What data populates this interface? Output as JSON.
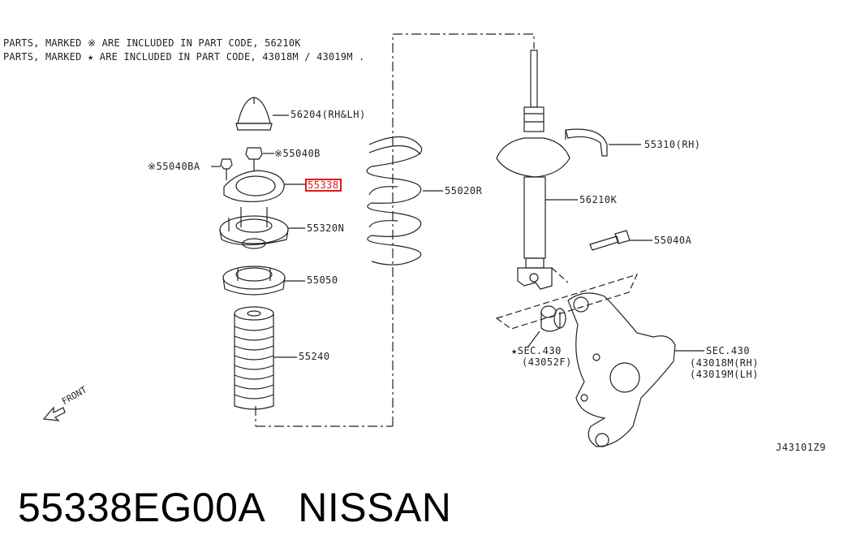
{
  "notes": [
    "PARTS, MARKED ※ ARE INCLUDED IN PART CODE,   56210K",
    "PARTS, MARKED ★ ARE INCLUDED IN PART CODE, 43018M / 43019M ."
  ],
  "labels": {
    "p56204": "56204(RH&LH)",
    "p55040b": "※55040B",
    "p55040ba": "※55040BA",
    "p55338": "55338",
    "p55320n": "55320N",
    "p55050": "55050",
    "p55240": "55240",
    "p55020r": "55020R",
    "p55310": "55310(RH)",
    "p56210k": "56210K",
    "p55040a": "55040A",
    "sec430_left_1": "★SEC.430",
    "sec430_left_2": "(43052F)",
    "sec430_right_1": "SEC.430",
    "sec430_right_2": "(43018M(RH)",
    "sec430_right_3": "(43019M(LH)",
    "front": "FRONT",
    "diagram_code": "J43101Z9"
  },
  "caption": {
    "part_number": "55338EG00A",
    "brand": "NISSAN"
  },
  "colors": {
    "line": "#222222",
    "highlight": "#e21b1b"
  }
}
